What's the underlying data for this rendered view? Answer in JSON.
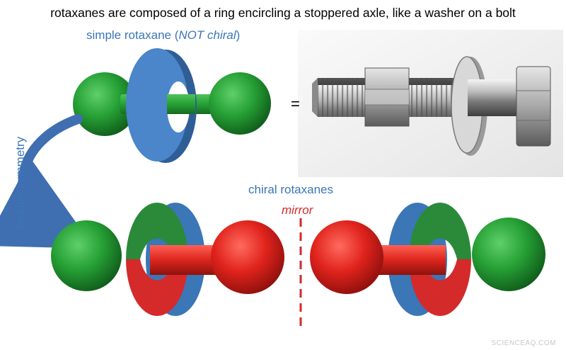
{
  "headline": "rotaxanes are composed of a ring encircling a stoppered axle, like a washer on a bolt",
  "simple_label": {
    "prefix": "simple rotaxane (",
    "emphasis": "NOT chiral",
    "suffix": ")"
  },
  "equals_sign": "=",
  "reduce_label": "reduce symmetry",
  "chiral_label": "chiral rotaxanes",
  "mirror_label": "mirror",
  "watermark": "SCIENCEAQ.COM",
  "colors": {
    "blue": "#3b76b7",
    "green": "#2a8a3a",
    "red": "#d42a2a"
  }
}
